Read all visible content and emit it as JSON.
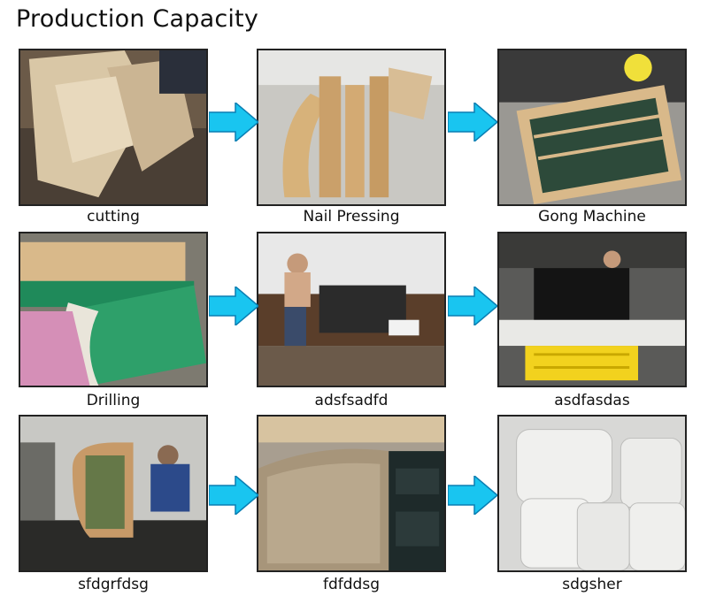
{
  "title": "Production Capacity",
  "steps": [
    {
      "caption": "cutting",
      "scene": "leather-pattern-cutting"
    },
    {
      "caption": "Nail Pressing",
      "scene": "wooden-frames"
    },
    {
      "caption": "Gong Machine",
      "scene": "webbing-frame"
    },
    {
      "caption": "Drilling",
      "scene": "sofa-padding"
    },
    {
      "caption": "adsfsadfd",
      "scene": "worker-at-table"
    },
    {
      "caption": "asdfasdas",
      "scene": "sewing-workshop"
    },
    {
      "caption": "sfdgrfdsg",
      "scene": "curved-frame-assembly"
    },
    {
      "caption": "fdfddsg",
      "scene": "upholstered-sofas"
    },
    {
      "caption": "sdgsher",
      "scene": "wrapped-packages"
    }
  ],
  "colors": {
    "arrow": "#19c5f0",
    "arrow_stroke": "#0a7fb3"
  }
}
